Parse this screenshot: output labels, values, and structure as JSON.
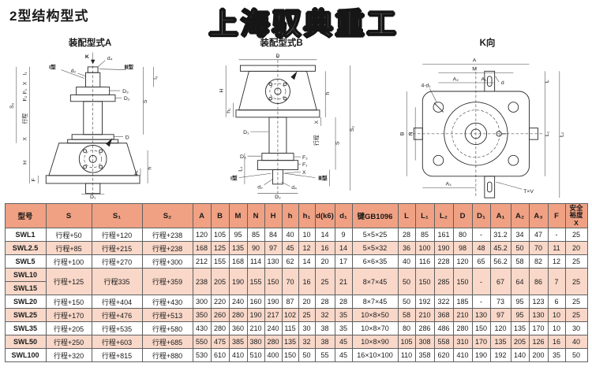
{
  "page": {
    "title": "2型结构型式",
    "watermark": "上海驭典重工"
  },
  "colors": {
    "table_header_bg": "#f0a183",
    "row_stripe_bg": "#f9d8c9",
    "line_color": "#2b2b2b"
  },
  "diagrams": {
    "a": {
      "title": "装配型式A",
      "labels": {
        "k": "K",
        "type1": "I型",
        "type3": "Ⅲ型",
        "d2": "d₂",
        "d4": "d₄",
        "l1": "l₁",
        "x1": "X",
        "f1": "F₁",
        "f2": "F₂",
        "stroke": "行程",
        "s2": "S₂",
        "x2": "X",
        "h_total": "H",
        "f": "F",
        "s": "S",
        "l3": "l₃",
        "dd3": "D₃",
        "dd2": "D₂",
        "dd": "D",
        "h": "h",
        "h1": "h₁",
        "dd1": "D₁"
      }
    },
    "b": {
      "title": "装配型式B",
      "labels": {
        "d": "D",
        "h_total": "H",
        "h1": "h₁",
        "h": "h",
        "dd1": "D₁",
        "dd3": "D₃",
        "l1": "L₁",
        "type1": "I型",
        "type3": "Ⅲ型",
        "d2": "d₂",
        "d4": "d₄",
        "dd2": "D₂",
        "x1": "X",
        "stroke": "行程",
        "s": "S",
        "f2": "F₂",
        "f1": "F₁",
        "x2": "X",
        "l3": "l₃",
        "s2": "S₂"
      }
    },
    "k": {
      "title": "K向",
      "labels": {
        "a": "A",
        "m": "M",
        "a2": "A₂",
        "a1": "A₁",
        "d": "d",
        "holes": "4-d₁",
        "b": "B",
        "n": "N",
        "l": "L",
        "l1": "L₁",
        "l2": "L₂",
        "a3": "A₃",
        "txv": "T×V"
      }
    }
  },
  "table": {
    "columns": [
      "型号",
      "S",
      "S₁",
      "S₂",
      "A",
      "B",
      "M",
      "N",
      "H",
      "h",
      "h₁",
      "d(k6)",
      "d₁",
      "键GB1096",
      "L",
      "L₁",
      "L₂",
      "D",
      "D₁",
      "A₁",
      "A₂",
      "A₃",
      "F",
      "安全\n裕度\nX"
    ],
    "rows": [
      {
        "model": "SWL1",
        "shade": "white",
        "cells": [
          "行程+50",
          "行程+120",
          "行程+238",
          "120",
          "105",
          "95",
          "85",
          "84",
          "40",
          "10",
          "14",
          "9",
          "5×5×25",
          "28",
          "85",
          "161",
          "80",
          "-",
          "31.2",
          "34",
          "47",
          "-",
          "25"
        ]
      },
      {
        "model": "SWL2.5",
        "shade": "pink",
        "cells": [
          "行程+85",
          "行程+215",
          "行程+238",
          "168",
          "125",
          "135",
          "90",
          "97",
          "45",
          "12",
          "16",
          "14",
          "5×5×32",
          "36",
          "100",
          "190",
          "98",
          "48",
          "45.2",
          "50",
          "70",
          "11",
          "20"
        ]
      },
      {
        "model": "SWL5",
        "shade": "white",
        "cells": [
          "行程+100",
          "行程+270",
          "行程+300",
          "212",
          "155",
          "168",
          "114",
          "130",
          "62",
          "14",
          "20",
          "17",
          "6×6×35",
          "40",
          "116",
          "228",
          "120",
          "65",
          "56.2",
          "58",
          "82",
          "12",
          "25"
        ]
      },
      {
        "model": "SWL10",
        "merged_with": "SWL15",
        "shade": "pink",
        "cells": [
          "行程+125",
          "行程335",
          "行程+359",
          "238",
          "205",
          "190",
          "155",
          "150",
          "70",
          "16",
          "25",
          "21",
          "8×7×45",
          "50",
          "150",
          "285",
          "150",
          "-",
          "67",
          "64",
          "86",
          "7",
          "25"
        ]
      },
      {
        "model": "SWL20",
        "shade": "white",
        "cells": [
          "行程+150",
          "行程+404",
          "行程+430",
          "300",
          "220",
          "240",
          "160",
          "190",
          "87",
          "20",
          "28",
          "28",
          "8×7×45",
          "50",
          "192",
          "322",
          "185",
          "-",
          "73",
          "95",
          "123",
          "6",
          "25"
        ]
      },
      {
        "model": "SWL25",
        "shade": "pink",
        "cells": [
          "行程+170",
          "行程+476",
          "行程+513",
          "350",
          "260",
          "280",
          "190",
          "217",
          "102",
          "25",
          "32",
          "35",
          "10×8×50",
          "58",
          "210",
          "368",
          "210",
          "130",
          "97",
          "95",
          "130",
          "10",
          "25"
        ]
      },
      {
        "model": "SWL35",
        "shade": "white",
        "cells": [
          "行程+205",
          "行程+535",
          "行程+580",
          "430",
          "280",
          "360",
          "210",
          "240",
          "115",
          "30",
          "38",
          "35",
          "10×8×70",
          "80",
          "286",
          "486",
          "280",
          "150",
          "120",
          "135",
          "170",
          "10",
          "30"
        ]
      },
      {
        "model": "SWL50",
        "shade": "pink",
        "cells": [
          "行程+250",
          "行程+603",
          "行程+685",
          "550",
          "475",
          "385",
          "380",
          "280",
          "135",
          "32",
          "38",
          "45",
          "10×8×90",
          "105",
          "308",
          "558",
          "310",
          "170",
          "135",
          "205",
          "126",
          "16",
          "40"
        ]
      },
      {
        "model": "SWL100",
        "shade": "white",
        "cells": [
          "行程+320",
          "行程+815",
          "行程+880",
          "530",
          "610",
          "410",
          "510",
          "400",
          "150",
          "50",
          "55",
          "45",
          "16×10×100",
          "110",
          "358",
          "620",
          "410",
          "190",
          "192",
          "140",
          "200",
          "35",
          "50"
        ]
      }
    ]
  }
}
